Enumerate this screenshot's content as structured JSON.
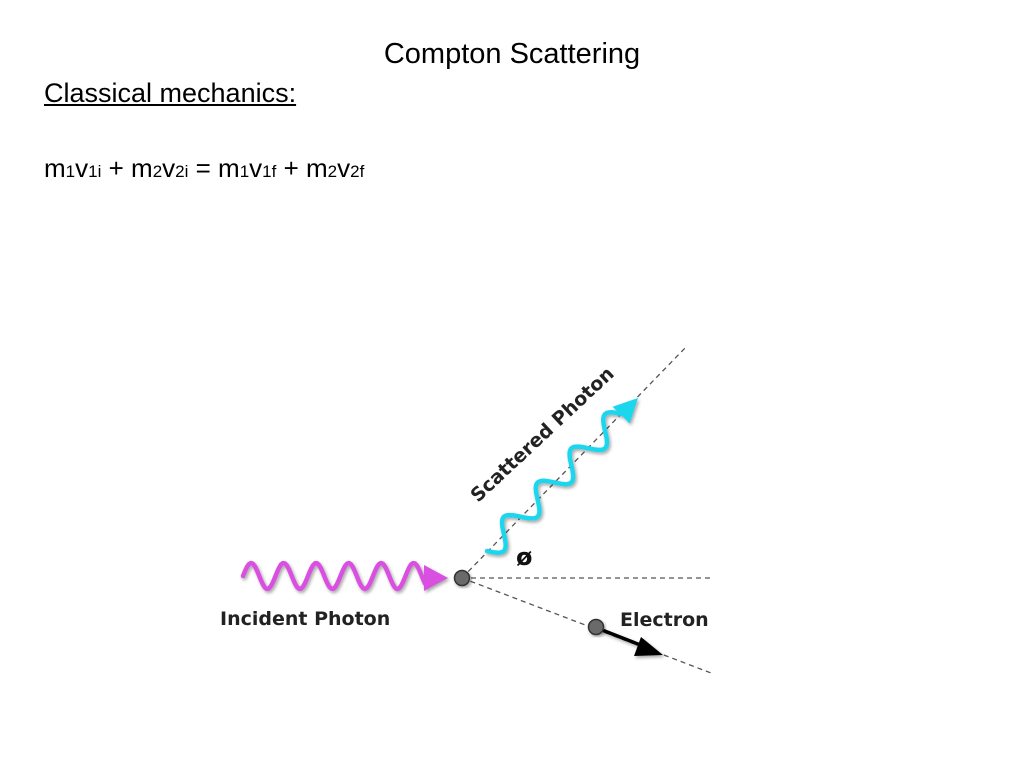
{
  "slide": {
    "title": "Compton Scattering",
    "heading": "Classical mechanics:",
    "equation": {
      "left": [
        {
          "var": "m",
          "sub": "1"
        },
        {
          "var": "v",
          "sub": "1i"
        },
        {
          "op": " + "
        },
        {
          "var": "m",
          "sub": "2"
        },
        {
          "var": "v",
          "sub": "2i"
        }
      ],
      "equals": " = ",
      "right": [
        {
          "var": "m",
          "sub": "1"
        },
        {
          "var": "v",
          "sub": "1f"
        },
        {
          "op": " + "
        },
        {
          "var": "m",
          "sub": "2"
        },
        {
          "var": "v",
          "sub": "2f"
        }
      ]
    }
  },
  "diagram": {
    "labels": {
      "incident": "Incident Photon",
      "scattered": "Scattered Photon",
      "electron": "Electron",
      "angle": "ø"
    },
    "colors": {
      "incident_photon": "#d94fe0",
      "scattered_photon": "#1fd6ee",
      "electron_arrow": "#000000",
      "particle": "#6b6b6b",
      "dashed_line": "#555555"
    }
  }
}
